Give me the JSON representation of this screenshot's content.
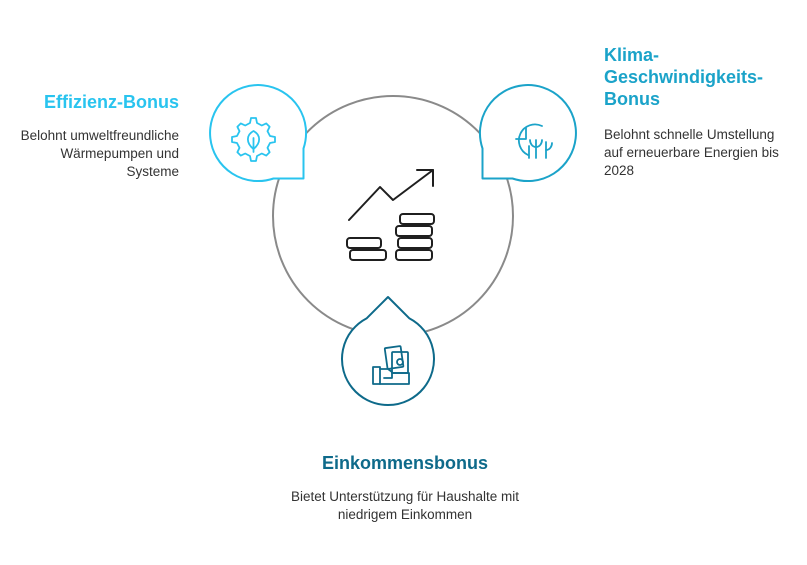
{
  "colors": {
    "left": "#29c4ef",
    "right": "#1ba3c9",
    "bottom": "#0e6a8a",
    "circle": "#8a8a8a",
    "icon_center": "#1f1f1f"
  },
  "left": {
    "title": "Effizienz-Bonus",
    "description": "Belohnt umweltfreundliche Wärmepumpen und Systeme",
    "icon": "leaf-gear-icon"
  },
  "right": {
    "title": "Klima-Geschwindigkeits-Bonus",
    "description": "Belohnt schnelle Umstellung auf erneuerbare Energien bis 2028",
    "icon": "clock-plant-icon"
  },
  "bottom": {
    "title": "Einkommensbonus",
    "description": "Bietet Unterstützung für Haushalte mit niedrigem Einkommen",
    "icon": "hand-money-icon"
  },
  "center": {
    "icon": "rising-coins-icon"
  }
}
